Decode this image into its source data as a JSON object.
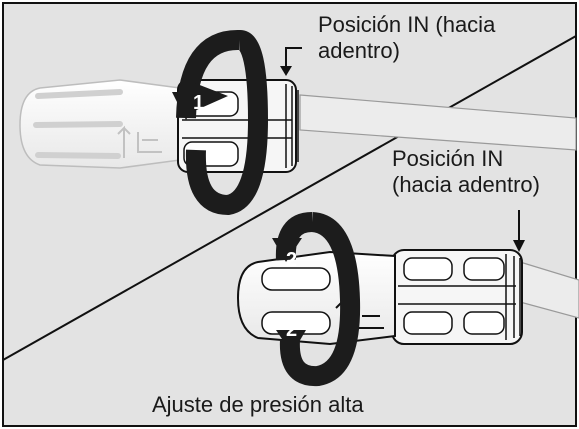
{
  "labels": {
    "step1_position_line1": "Posición IN (hacia",
    "step1_position_line2": "adentro)",
    "step2_position_line1": "Posición IN",
    "step2_position_line2": "(hacia adentro)",
    "caption": "Ajuste de presión alta"
  },
  "step_numbers": {
    "first": "1",
    "second_top": "2",
    "second_bottom": "2"
  },
  "colors": {
    "panel_background": "#e3e3e3",
    "device_fill": "#f6f6f6",
    "outline": "#111111",
    "arrow_band": "#1c1c1c"
  }
}
